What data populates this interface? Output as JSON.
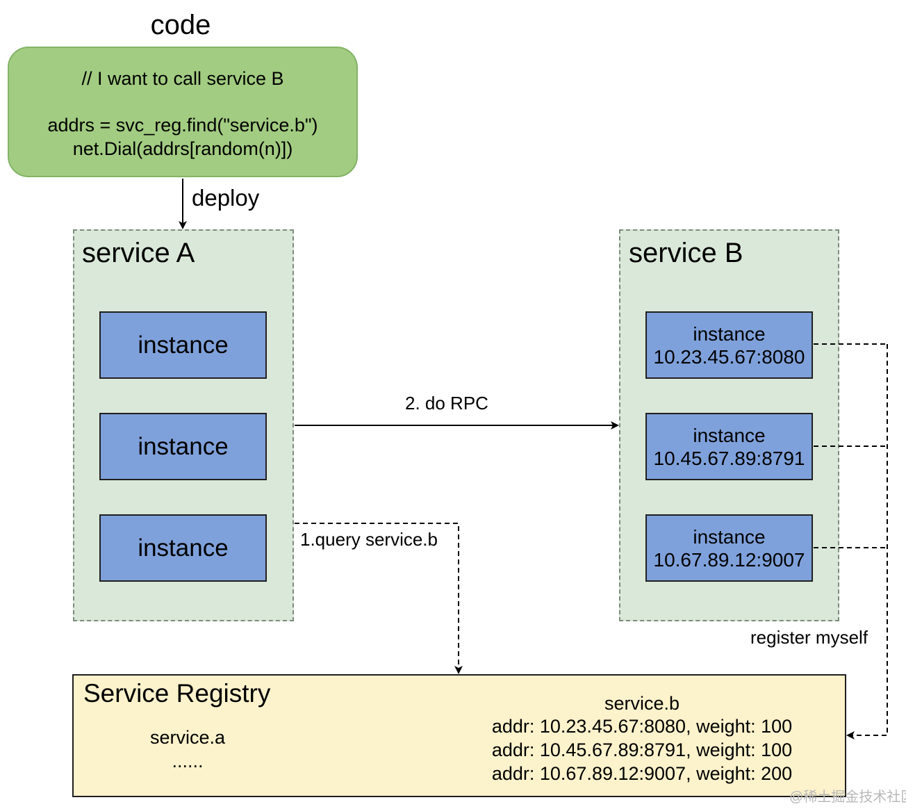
{
  "code": {
    "title": "code",
    "lines": [
      "// I want to call service B",
      "addrs = svc_reg.find(\"service.b\")",
      "net.Dial(addrs[random(n)])"
    ]
  },
  "edges": {
    "deploy": "deploy",
    "do_rpc": "2. do RPC",
    "query": "1.query service.b",
    "register": "register myself"
  },
  "service_a": {
    "title": "service A",
    "instances": [
      {
        "label": "instance"
      },
      {
        "label": "instance"
      },
      {
        "label": "instance"
      }
    ]
  },
  "service_b": {
    "title": "service B",
    "instances": [
      {
        "label": "instance",
        "addr": "10.23.45.67:8080"
      },
      {
        "label": "instance",
        "addr": "10.45.67.89:8791"
      },
      {
        "label": "instance",
        "addr": "10.67.89.12:9007"
      }
    ]
  },
  "registry": {
    "title": "Service Registry",
    "left_entries": [
      "service.a",
      "......"
    ],
    "service_b_name": "service.b",
    "service_b_entries": [
      "addr: 10.23.45.67:8080, weight: 100",
      "addr: 10.45.67.89:8791, weight: 100",
      "addr: 10.67.89.12:9007, weight: 200"
    ]
  },
  "watermark": "@稀土掘金技术社区",
  "colors": {
    "code_fill": "#a2cc81",
    "code_border": "#82b366",
    "service_fill": "#dae8d9",
    "service_border": "#7c8c7c",
    "instance_fill": "#7fa1db",
    "registry_fill": "#fcf2cb",
    "line": "#000000"
  }
}
